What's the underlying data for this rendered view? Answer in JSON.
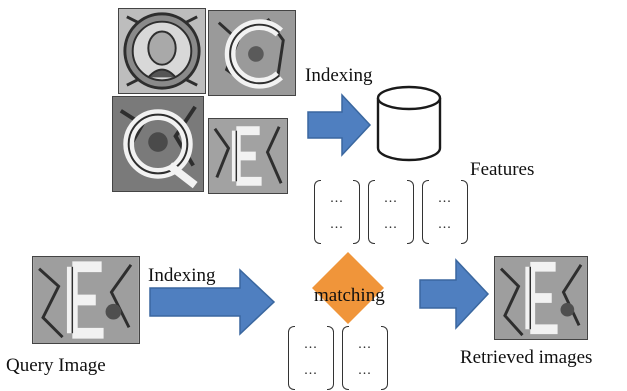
{
  "labels": {
    "indexing_top": "Indexing",
    "features": "Features",
    "indexing_bottom": "Indexing",
    "matching": "matching",
    "query_image": "Query Image",
    "retrieved_images": "Retrieved images"
  },
  "vector_dots": "...",
  "colors": {
    "arrow_blue": "#4f7fc0",
    "arrow_blue_edge": "#3a679f",
    "diamond_orange": "#f0953a",
    "engraving_dark": "#2e2e2e",
    "engraving_mid": "#8a8a8a",
    "engraving_light": "#d2d2d2"
  },
  "icons": {
    "database": "cylinder-database-icon",
    "arrow": "block-arrow-right-icon",
    "diamond": "diamond-shape"
  }
}
